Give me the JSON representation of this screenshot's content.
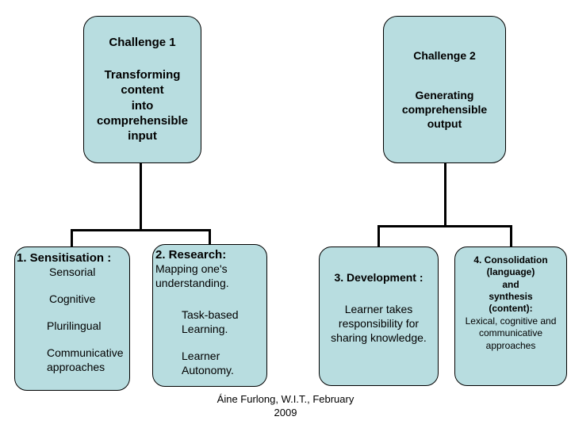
{
  "diagram": {
    "title": "Challenges and stages diagram",
    "colors": {
      "node_fill": "#b8dde0",
      "node_border": "#000000",
      "connector": "#000000",
      "background": "#ffffff",
      "text": "#000000"
    },
    "top_nodes": [
      {
        "id": "challenge-1",
        "heading": "Challenge 1",
        "lines": [
          "Transforming",
          "content",
          "into",
          "comprehensible",
          "input"
        ]
      },
      {
        "id": "challenge-2",
        "heading": "Challenge 2",
        "lines": [
          "Generating",
          "comprehensible",
          "output"
        ]
      }
    ],
    "bottom_nodes": [
      {
        "id": "stage-1-sensitisation",
        "heading": "1. Sensitisation :",
        "items": [
          "Sensorial",
          "Cognitive",
          "Plurilingual",
          "Communicative approaches"
        ]
      },
      {
        "id": "stage-2-research",
        "heading": "2. Research:",
        "items": [
          "Mapping one's understanding.",
          "Task-based Learning.",
          "Learner Autonomy."
        ]
      },
      {
        "id": "stage-3-development",
        "heading": "3. Development :",
        "items": [
          "Learner takes responsibility for sharing knowledge."
        ]
      },
      {
        "id": "stage-4-consolidation",
        "heading_lines": [
          "4. Consolidation",
          "(language)",
          "and",
          "synthesis",
          "(content):"
        ],
        "items": [
          "Lexical, cognitive and communicative approaches"
        ]
      }
    ],
    "footer": {
      "line1": "Áine Furlong, W.I.T., February",
      "line2": "2009"
    }
  }
}
